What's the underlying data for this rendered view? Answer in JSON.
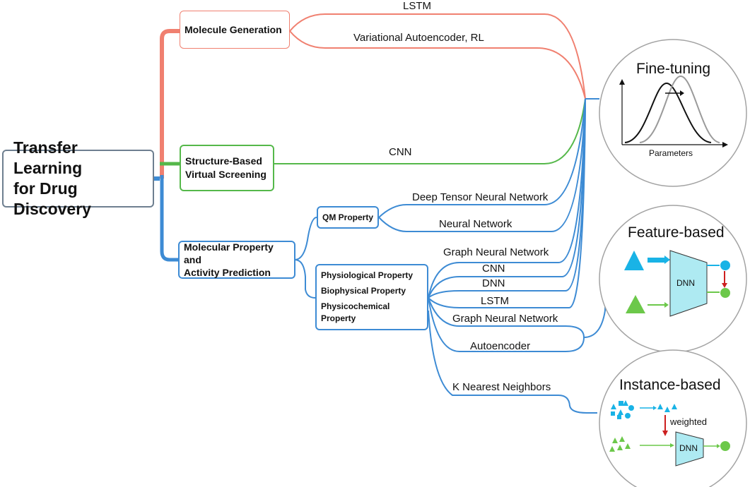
{
  "root": {
    "line1": "Transfer Learning",
    "line2": "for Drug Discovery"
  },
  "categories": {
    "molecule_generation": "Molecule Generation",
    "structure_based": {
      "line1": "Structure-Based",
      "line2": "Virtual Screening"
    },
    "molecular_property": {
      "line1": "Molecular Property and",
      "line2": "Activity Prediction"
    }
  },
  "subcategories": {
    "qm_property": "QM Property",
    "physiological": "Physiological Property",
    "biophysical": "Biophysical Property",
    "physicochemical": "Physicochemical Property"
  },
  "methods": {
    "lstm_gen": "LSTM",
    "vae_rl": "Variational Autoencoder, RL",
    "cnn_vs": "CNN",
    "dtnn": "Deep Tensor Neural Network",
    "nn": "Neural Network",
    "gnn1": "Graph Neural Network",
    "cnn2": "CNN",
    "dnn": "DNN",
    "lstm2": "LSTM",
    "gnn2": "Graph Neural Network",
    "autoencoder": "Autoencoder",
    "knn": "K Nearest Neighbors"
  },
  "panels": {
    "fine_tuning": {
      "title": "Fine-tuning",
      "xlabel": "Parameters"
    },
    "feature_based": {
      "title": "Feature-based",
      "model": "DNN"
    },
    "instance_based": {
      "title": "Instance-based",
      "weighted": "weighted",
      "model": "DNN"
    }
  },
  "colors": {
    "red": "#f08070",
    "green": "#55b84a",
    "blue": "#3d8bd4",
    "grey": "#6e7f90",
    "cyan": "#19b3e6",
    "lightgreen": "#6cc84a",
    "arrow": "#cc1f1f"
  }
}
